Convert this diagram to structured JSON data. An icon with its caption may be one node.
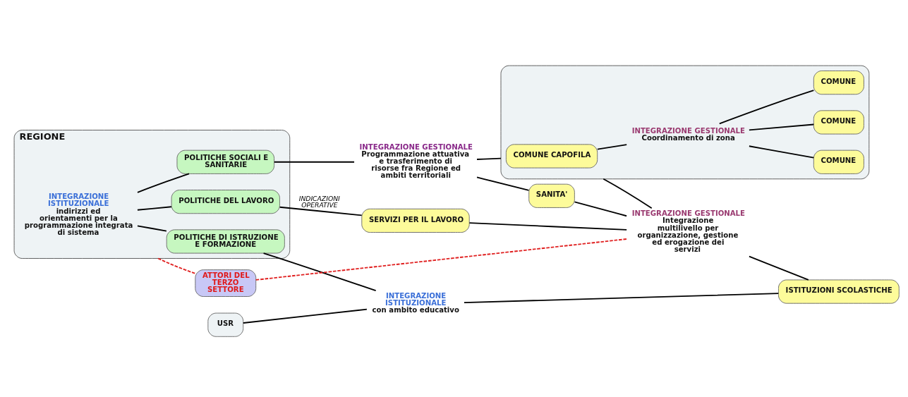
{
  "diagram": {
    "nodes": [
      {
        "text": [
          "REGIONE"
        ]
      },
      {
        "text": [
          "INTEGRAZIONE ISTITUZIONALE",
          "indirizzi ed orientamenti per la programmazione integrata di sistema"
        ],
        "in": 0
      },
      {
        "text": [
          "POLITICHE SOCIALI E SANITARIE"
        ],
        "in": 0
      },
      {
        "text": [
          "POLITICHE DEL LAVORO"
        ],
        "in": 0
      },
      {
        "text": [
          "POLITICHE DI ISTRUZIONE E FORMAZIONE"
        ],
        "in": 0
      },
      {
        "text": [
          "USR"
        ]
      },
      {
        "text": [
          "ATTORI DEL TERZO SETTORE"
        ]
      },
      {
        "text": [
          "INTEGRAZIONE GESTIONALE",
          "Programmazione attuativa e trasferimento di risorse fra Regione ed ambiti territoriali"
        ]
      },
      {
        "text": [],
        "shape": "box"
      },
      {
        "text": [
          "COMUNE CAPOFILA"
        ],
        "in": 8
      },
      {
        "text": [
          "INTEGRAZIONE GESTIONALE",
          "Coordinamento di zona"
        ],
        "in": 8
      },
      {
        "text": [
          "COMUNE"
        ],
        "in": 8
      },
      {
        "text": [
          "COMUNE"
        ],
        "in": 8
      },
      {
        "text": [
          "COMUNE"
        ],
        "in": 8
      },
      {
        "text": [
          "INTEGRAZIONE ISTITUZIONALE",
          "con ambito educativo"
        ]
      },
      {
        "text": [
          "SERVIZI PER IL LAVORO"
        ]
      },
      {
        "text": [
          "INTEGRAZIONE GESTIONALE",
          "Integrazione multilivello per organizzazione, gestione ed erogazione dei servizi"
        ]
      },
      {
        "text": [
          "ISTITUZIONI SCOLASTICHE"
        ]
      },
      {
        "text": [
          "SANITA'"
        ]
      }
    ],
    "edges": [
      {
        "from": 1,
        "to": 2,
        "arrow": "none"
      },
      {
        "from": 1,
        "to": 3,
        "arrow": "none"
      },
      {
        "from": 1,
        "to": 4,
        "arrow": "none"
      },
      {
        "from": 2,
        "to": 7,
        "arrow": "none"
      },
      {
        "from": 7,
        "to": 8,
        "arrow": "none"
      },
      {
        "from": 9,
        "to": 10,
        "arrow": "none"
      },
      {
        "from": 10,
        "to": 11,
        "arrow": "none"
      },
      {
        "from": 10,
        "to": 12,
        "arrow": "none"
      },
      {
        "from": 10,
        "to": 13,
        "arrow": "none"
      },
      {
        "from": 7,
        "to": 18,
        "arrow": "none"
      },
      {
        "from": 18,
        "to": 16,
        "arrow": "none"
      },
      {
        "from": 8,
        "to": 16,
        "arrow": "none"
      },
      {
        "from": 3,
        "to": 15,
        "label": "INDICAZIONI OPERATIVE",
        "arrow": "none"
      },
      {
        "from": 15,
        "to": 16,
        "arrow": "none"
      },
      {
        "from": 16,
        "to": 17,
        "arrow": "none"
      },
      {
        "from": 4,
        "to": 14,
        "arrow": "none"
      },
      {
        "from": 5,
        "to": 14,
        "arrow": "none"
      },
      {
        "from": 14,
        "to": 17,
        "arrow": "none"
      },
      {
        "from": 0,
        "to": 6,
        "arrow": "none",
        "style": "dashed",
        "color": "#e02020"
      },
      {
        "from": 6,
        "to": 16,
        "arrow": "none",
        "style": "dashed",
        "color": "#e02020"
      }
    ]
  }
}
